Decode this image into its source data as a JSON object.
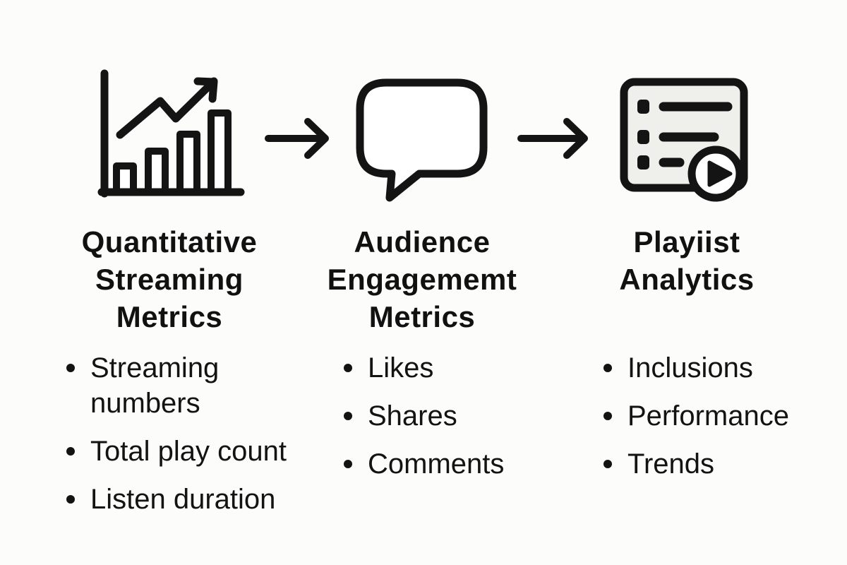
{
  "page": {
    "background_color": "#fcfcfb",
    "ink_color": "#111111",
    "panel_fill_color": "#efefec",
    "kind": "music-streaming-metrics-flow-diagram"
  },
  "flow_arrows": [
    "right-arrow",
    "right-arrow"
  ],
  "columns": [
    {
      "id": "quantitative-streaming-metrics",
      "icon": "bar-chart-trend-icon",
      "title_lines": [
        "Quantitative",
        "Streaming",
        "Metrics"
      ],
      "items": [
        [
          "Streaming",
          "numbers"
        ],
        [
          "Total play count"
        ],
        [
          "Listen duration"
        ]
      ]
    },
    {
      "id": "audience-engagement-metrics",
      "icon": "speech-bubble-icon",
      "title_lines": [
        "Audience",
        "Engagememt",
        "Metrics"
      ],
      "items": [
        [
          "Likes"
        ],
        [
          "Shares"
        ],
        [
          "Comments"
        ]
      ]
    },
    {
      "id": "playlist-analytics",
      "icon": "playlist-play-icon",
      "title_lines": [
        "Playiist",
        "Analytics"
      ],
      "items": [
        [
          "Inclusions"
        ],
        [
          "Performance"
        ],
        [
          "Trends"
        ]
      ]
    }
  ]
}
